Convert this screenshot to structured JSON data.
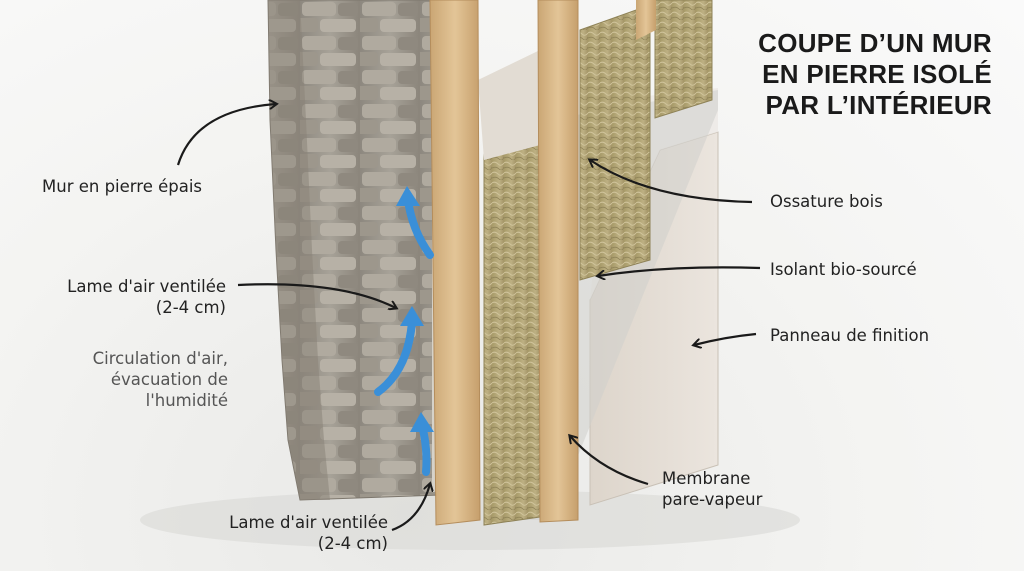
{
  "title": {
    "line1": "COUPE D’UN MUR",
    "line2": "EN PIERRE ISOLÉ",
    "line3": "PAR L’INTÉRIEUR"
  },
  "labels": {
    "mur_pierre": "Mur en pierre épais",
    "lame_air_top_1": "Lame d'air ventilée",
    "lame_air_top_2": "(2-4 cm)",
    "circulation_1": "Circulation d'air,",
    "circulation_2": "évacuation de",
    "circulation_3": "l'humidité",
    "lame_air_bottom_1": "Lame d'air ventilée",
    "lame_air_bottom_2": "(2-4 cm)",
    "ossature": "Ossature bois",
    "isolant": "Isolant bio-sourcé",
    "panneau": "Panneau de finition",
    "membrane_1": "Membrane",
    "membrane_2": "pare-vapeur"
  },
  "colors": {
    "stone": "#9a958c",
    "wood": "#d9b98c",
    "insulation": "#b5a878",
    "panel": "#e4ddd4",
    "membrane": "#c9cac6",
    "air_arrow": "#3a8fd8",
    "leader": "#1a1a1a"
  }
}
